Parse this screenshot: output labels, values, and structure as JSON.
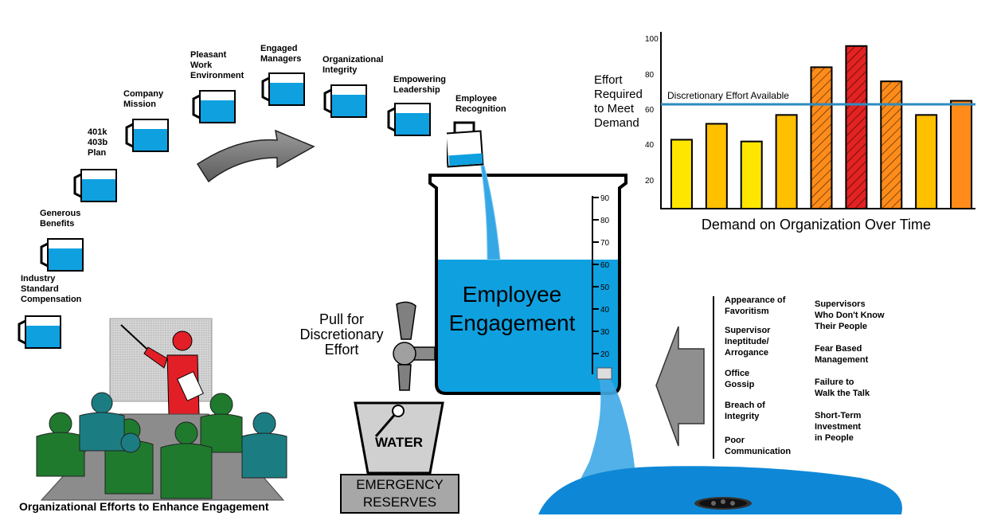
{
  "jugs": [
    {
      "label": "Industry\nStandard\nCompensation"
    },
    {
      "label": "Generous\nBenefits"
    },
    {
      "label": "401k\n403b\nPlan"
    },
    {
      "label": "Company\nMission"
    },
    {
      "label": "Pleasant\nWork\nEnvironment"
    },
    {
      "label": "Engaged\nManagers"
    },
    {
      "label": "Organizational\nIntegrity"
    },
    {
      "label": "Empowering\nLeadership"
    },
    {
      "label": "Employee\nRecognition"
    }
  ],
  "meeting_caption": "Organizational Efforts to Enhance Engagement",
  "beaker": {
    "title_line1": "Employee",
    "title_line2": "Engagement",
    "ticks": [
      "90",
      "80",
      "70",
      "60",
      "50",
      "40",
      "30",
      "20"
    ],
    "fill_level": 62
  },
  "tap_label": "Pull for\nDiscretionary\nEffort",
  "bucket": {
    "label": "WATER",
    "box_line1": "EMERGENCY",
    "box_line2": "RESERVES"
  },
  "detractors_col1": [
    "Appearance of\nFavoritism",
    "Supervisor\nIneptitude/\nArrogance",
    "Office\nGossip",
    "Breach of\nIntegrity",
    "Poor\nCommunication"
  ],
  "detractors_col2": [
    "Supervisors\nWho Don't Know\nTheir People",
    "Fear Based\nManagement",
    "Failure to\nWalk the Talk",
    "Short-Term\nInvestment\nin People"
  ],
  "chart_data": {
    "type": "bar",
    "title": "Demand on Organization Over Time",
    "ylabel": "Effort\nRequired\nto Meet\nDemand",
    "yticks": [
      20,
      40,
      60,
      80,
      100
    ],
    "ylim": [
      5,
      105
    ],
    "values": [
      44,
      53,
      43,
      58,
      85,
      97,
      77,
      58,
      66
    ],
    "colors": [
      "#FFE600",
      "#FFC000",
      "#FFE600",
      "#FFC000",
      "#FF8C1A",
      "#E32222",
      "#FF8C1A",
      "#FFC000",
      "#FF8C1A"
    ],
    "hatched": [
      false,
      false,
      false,
      false,
      true,
      true,
      true,
      false,
      false
    ],
    "reference_line": {
      "label": "Discretionary Effort Available",
      "value": 64,
      "color": "#2E8BC0"
    }
  }
}
